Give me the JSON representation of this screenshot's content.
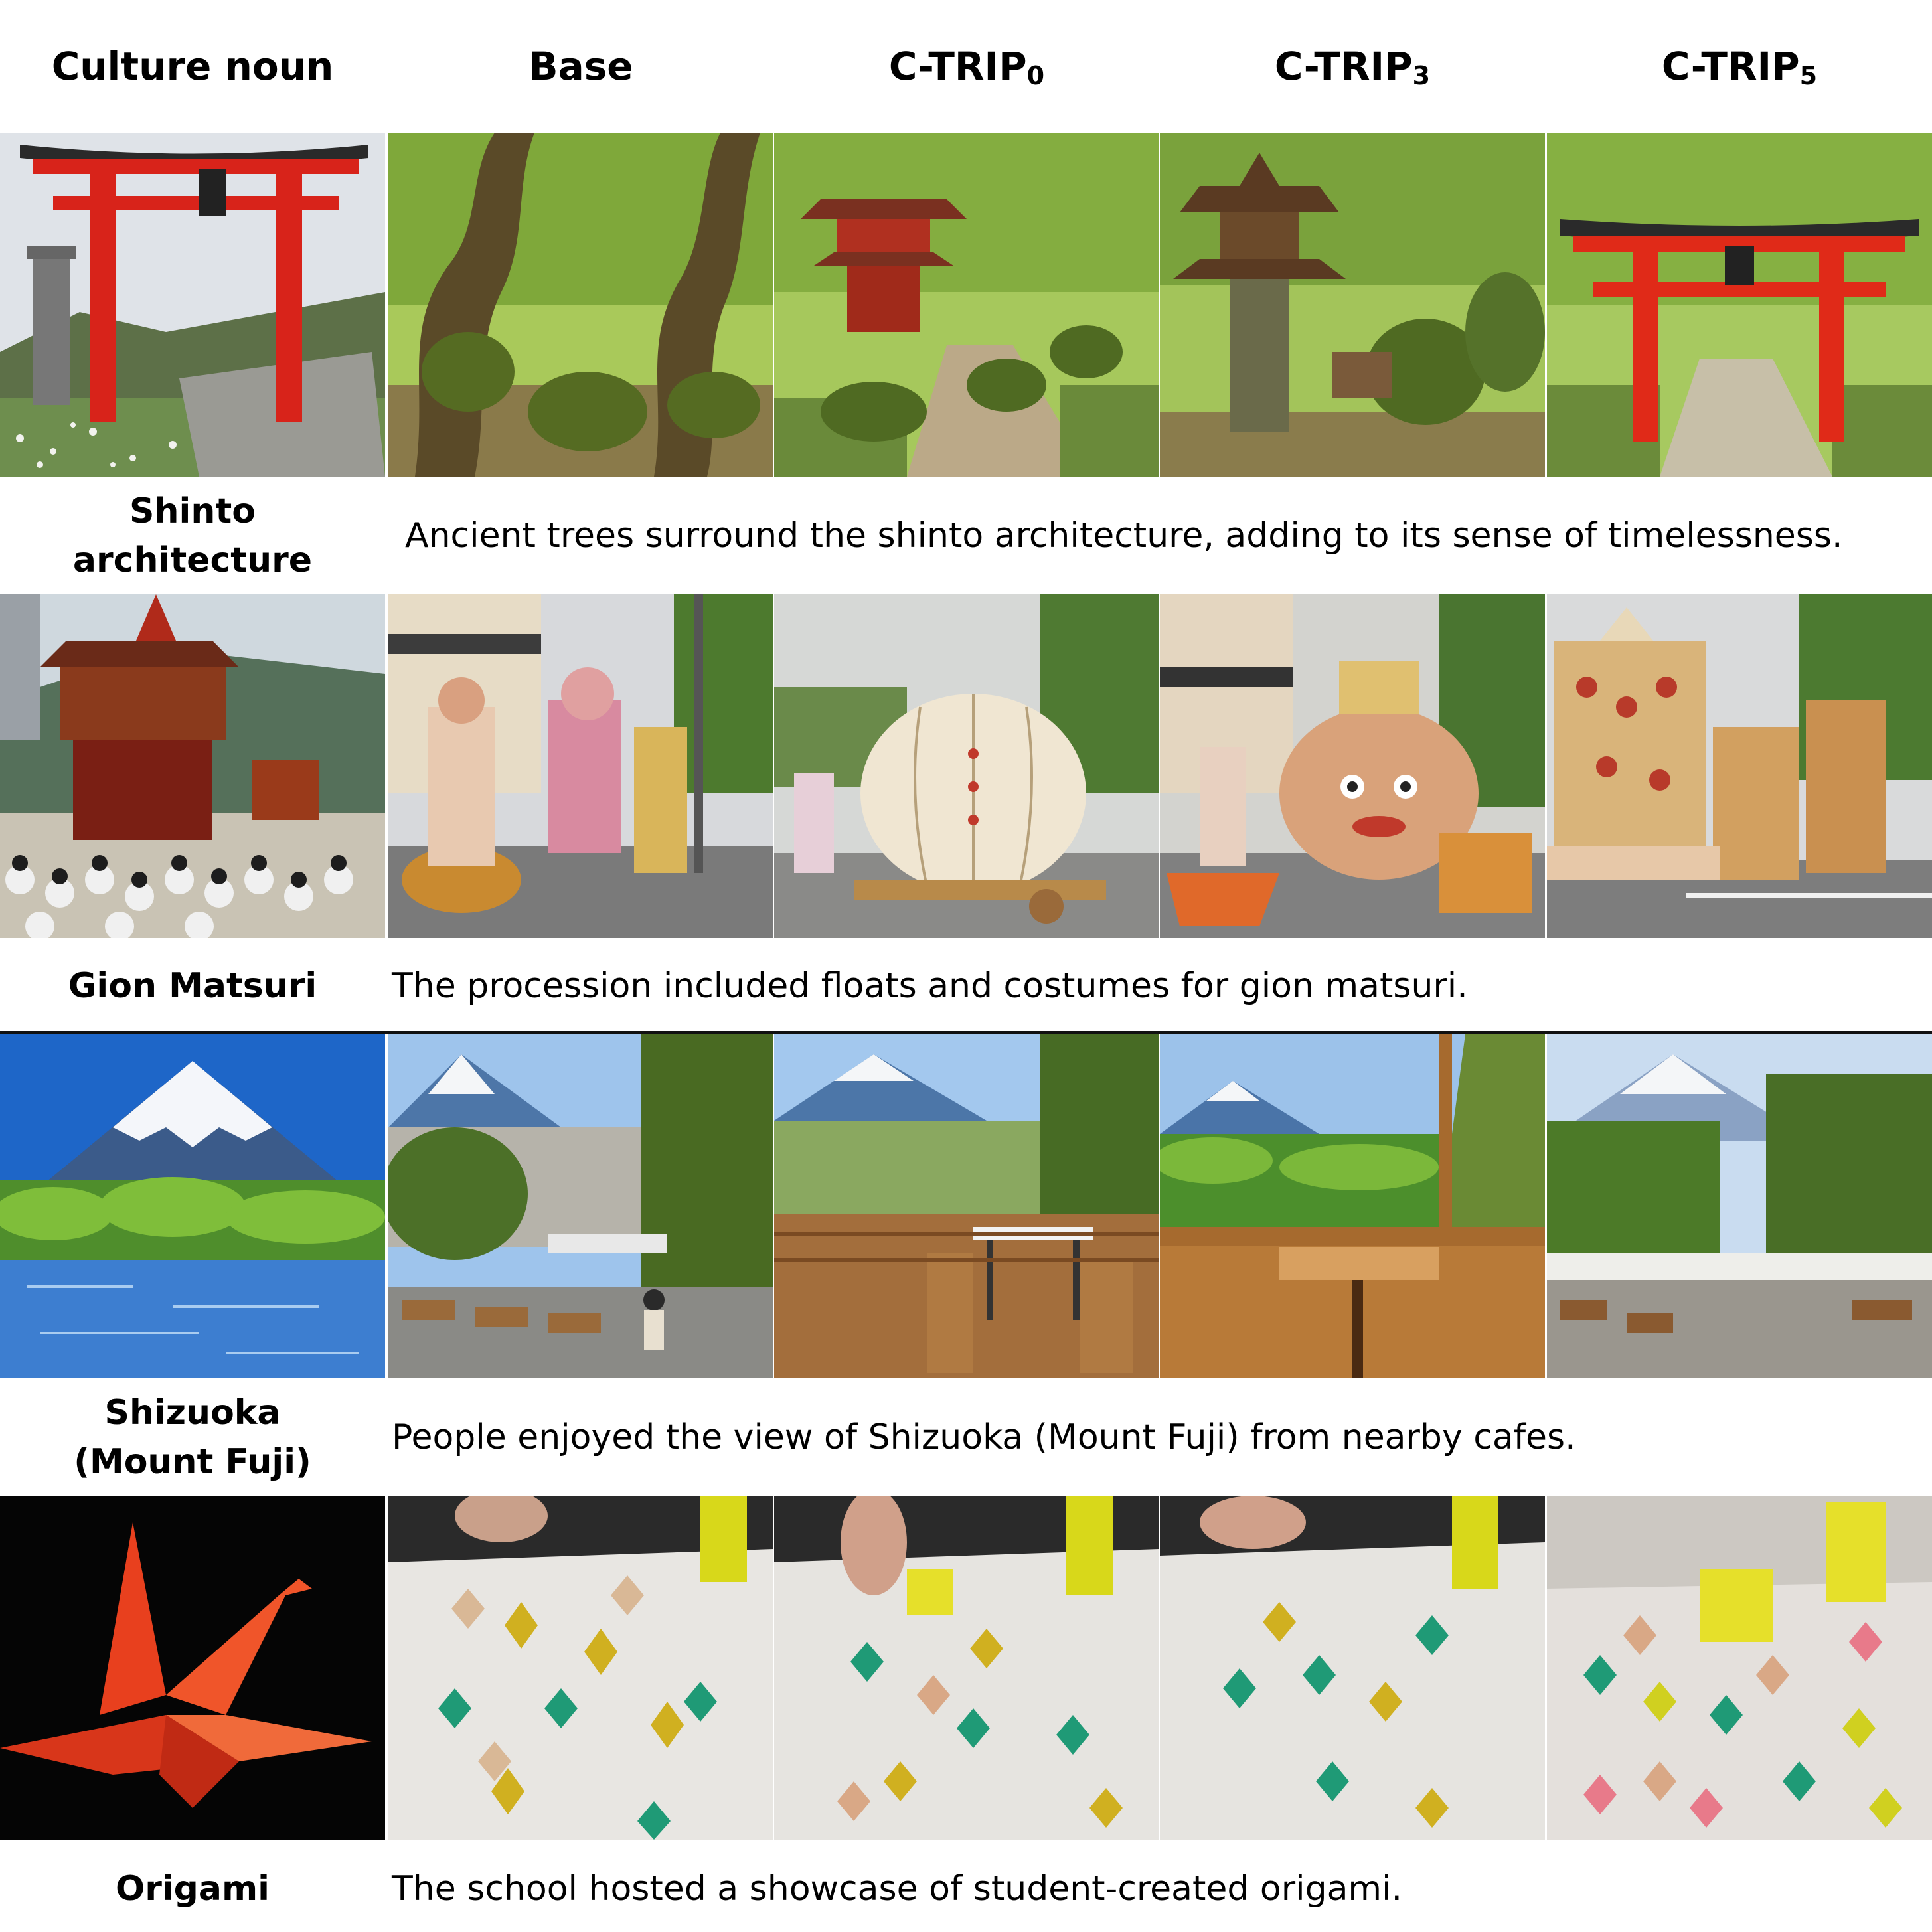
{
  "headers": {
    "culture_noun": "Culture noun",
    "base": "Base",
    "ctrip0": {
      "label": "C-TRIP",
      "sub": "0"
    },
    "ctrip3": {
      "label": "C-TRIP",
      "sub": "3"
    },
    "ctrip5": {
      "label": "C-TRIP",
      "sub": "5"
    }
  },
  "rows": [
    {
      "noun_line1": "Shinto",
      "noun_line2": "architecture",
      "caption": "Ancient trees surround the shinto architecture, adding to its sense of timelessness."
    },
    {
      "noun_line1": "Gion Matsuri",
      "noun_line2": "",
      "caption": "The procession included floats and costumes for gion matsuri."
    },
    {
      "noun_line1": "Shizuoka",
      "noun_line2": "(Mount Fuji)",
      "caption": "People enjoyed the view of Shizuoka (Mount Fuji) from nearby cafes."
    },
    {
      "noun_line1": "Origami",
      "noun_line2": "",
      "caption": "The school hosted a showcase of student-created origami."
    }
  ],
  "colors": {
    "torii_red": "#d8231a",
    "forest_green": "#5e8a2a",
    "sky_blue": "#6f9fd6",
    "origami_yellow": "#e6e02a"
  }
}
